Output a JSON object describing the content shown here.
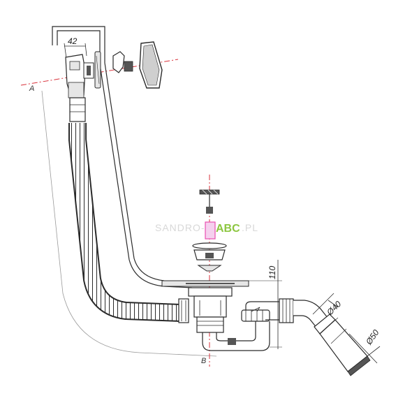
{
  "dimensions": {
    "width_top": "42",
    "height_right": "110",
    "dia_40": "Ø40",
    "dia_50": "Ø50"
  },
  "axes": {
    "label_a": "A",
    "label_b": "B"
  },
  "watermark": {
    "prefix": "SANDRO-",
    "brand": "ABC",
    "suffix": ".PL"
  },
  "colors": {
    "line": "#2a2a2a",
    "axis": "#d9323b",
    "thin": "#9a9a9a",
    "part_fill": "#e6e6e6",
    "dark_fill": "#555555",
    "highlight": "#e94fb0",
    "watermark_green": "#8cc63f"
  }
}
